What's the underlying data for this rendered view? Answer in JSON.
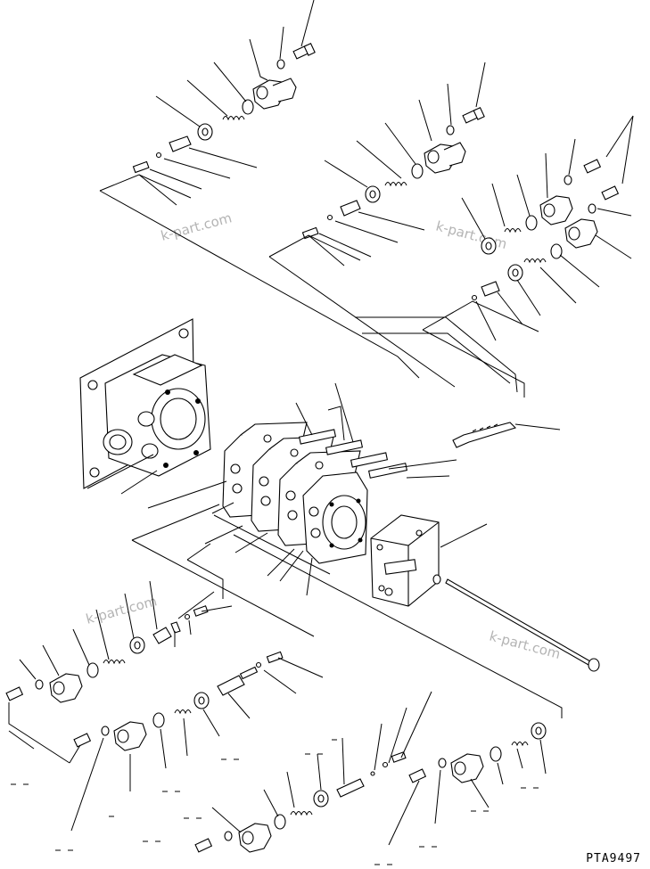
{
  "drawing": {
    "code": "PTA9497",
    "watermarks": [
      "k-part.com",
      "k-part.com",
      "k-part.com",
      "k-part.com"
    ]
  }
}
